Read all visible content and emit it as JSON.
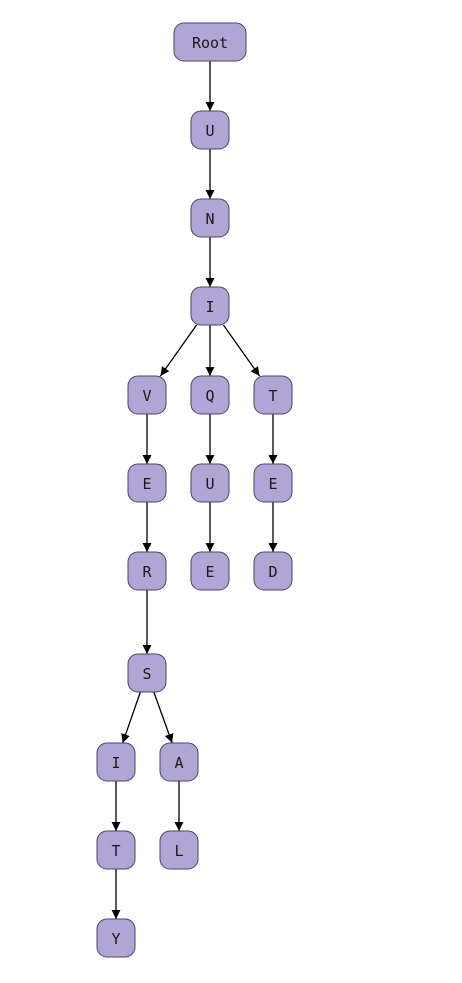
{
  "diagram": {
    "type": "trie-tree",
    "node_fill": "#b1a5d6",
    "node_stroke": "#4a4560",
    "edge_color": "#000000",
    "nodes": [
      {
        "id": "root",
        "label": "Root"
      },
      {
        "id": "u",
        "label": "U"
      },
      {
        "id": "n",
        "label": "N"
      },
      {
        "id": "i1",
        "label": "I"
      },
      {
        "id": "v",
        "label": "V"
      },
      {
        "id": "q",
        "label": "Q"
      },
      {
        "id": "t1",
        "label": "T"
      },
      {
        "id": "e1",
        "label": "E"
      },
      {
        "id": "u2",
        "label": "U"
      },
      {
        "id": "e3",
        "label": "E"
      },
      {
        "id": "r",
        "label": "R"
      },
      {
        "id": "e2",
        "label": "E"
      },
      {
        "id": "d",
        "label": "D"
      },
      {
        "id": "s",
        "label": "S"
      },
      {
        "id": "i2",
        "label": "I"
      },
      {
        "id": "a",
        "label": "A"
      },
      {
        "id": "t2",
        "label": "T"
      },
      {
        "id": "l",
        "label": "L"
      },
      {
        "id": "y",
        "label": "Y"
      }
    ],
    "edges": [
      [
        "root",
        "u"
      ],
      [
        "u",
        "n"
      ],
      [
        "n",
        "i1"
      ],
      [
        "i1",
        "v"
      ],
      [
        "i1",
        "q"
      ],
      [
        "i1",
        "t1"
      ],
      [
        "v",
        "e1"
      ],
      [
        "e1",
        "r"
      ],
      [
        "r",
        "s"
      ],
      [
        "s",
        "i2"
      ],
      [
        "s",
        "a"
      ],
      [
        "i2",
        "t2"
      ],
      [
        "t2",
        "y"
      ],
      [
        "a",
        "l"
      ],
      [
        "q",
        "u2"
      ],
      [
        "u2",
        "e2"
      ],
      [
        "t1",
        "e3"
      ],
      [
        "e3",
        "d"
      ]
    ]
  }
}
